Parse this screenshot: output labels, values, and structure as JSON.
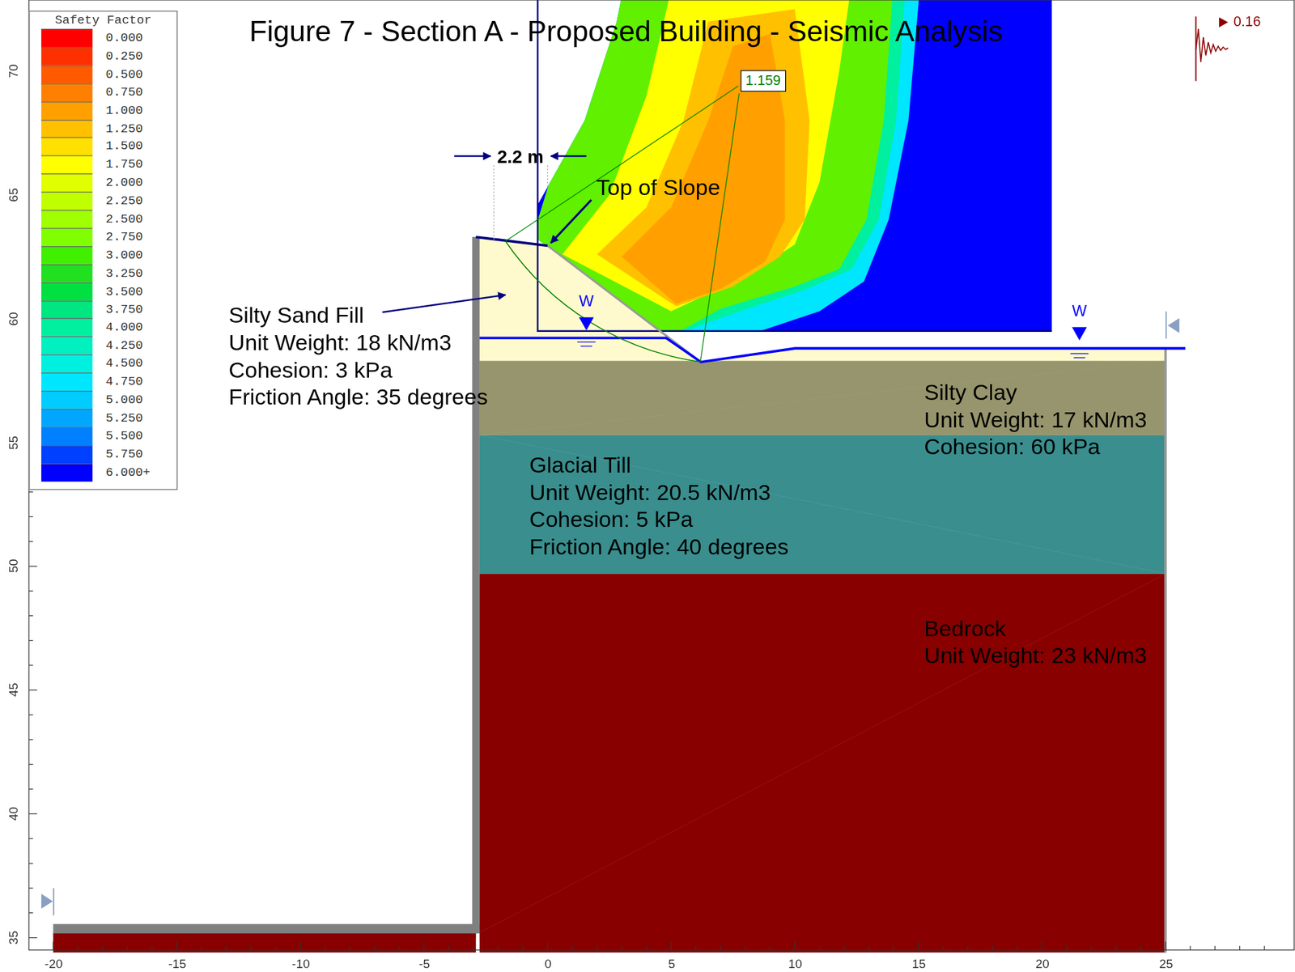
{
  "diagram": {
    "title": "Figure 7 - Section A - Proposed Building - Seismic Analysis",
    "nodes": [
      {
        "text": [
          "Silty Sand Fill",
          "Unit Weight: 18 kN/m3",
          "Cohesion: 3 kPa",
          "Friction Angle: 35 degrees"
        ]
      },
      {
        "text": [
          "Silty Clay",
          "Unit Weight: 17 kN/m3",
          "Cohesion: 60 kPa"
        ]
      },
      {
        "text": [
          "Glacial Till",
          "Unit Weight: 20.5 kN/m3",
          "Cohesion: 5 kPa",
          "Friction Angle: 40 degrees"
        ]
      },
      {
        "text": [
          "Bedrock",
          "Unit Weight: 23 kN/m3"
        ]
      }
    ],
    "labels": [
      "Safety Factor",
      "2.2 m",
      "Top of Slope",
      "1.159",
      "W",
      "W",
      "0.16",
      "-20",
      "-15",
      "-10",
      "-5",
      "0",
      "5",
      "10",
      "15",
      "20",
      "25",
      "35",
      "40",
      "45",
      "50",
      "55",
      "60",
      "65",
      "70"
    ],
    "legend": [
      {
        "text": "0.000",
        "color": "#ff0000"
      },
      {
        "text": "0.250",
        "color": "#ff3000"
      },
      {
        "text": "0.500",
        "color": "#ff5a00"
      },
      {
        "text": "0.750",
        "color": "#ff8000"
      },
      {
        "text": "1.000",
        "color": "#ffa000"
      },
      {
        "text": "1.250",
        "color": "#ffc000"
      },
      {
        "text": "1.500",
        "color": "#ffe000"
      },
      {
        "text": "1.750",
        "color": "#ffff00"
      },
      {
        "text": "2.000",
        "color": "#e0ff00"
      },
      {
        "text": "2.250",
        "color": "#c0ff00"
      },
      {
        "text": "2.500",
        "color": "#a0ff00"
      },
      {
        "text": "2.750",
        "color": "#80ff00"
      },
      {
        "text": "3.000",
        "color": "#40f000"
      },
      {
        "text": "3.250",
        "color": "#20e020"
      },
      {
        "text": "3.500",
        "color": "#00e040"
      },
      {
        "text": "3.750",
        "color": "#00e680"
      },
      {
        "text": "4.000",
        "color": "#00f0a0"
      },
      {
        "text": "4.250",
        "color": "#00f0c0"
      },
      {
        "text": "4.500",
        "color": "#00f0e0"
      },
      {
        "text": "4.750",
        "color": "#00e6ff"
      },
      {
        "text": "5.000",
        "color": "#00ccff"
      },
      {
        "text": "5.250",
        "color": "#00a6ff"
      },
      {
        "text": "5.500",
        "color": "#0080ff"
      },
      {
        "text": "5.750",
        "color": "#0040ff"
      },
      {
        "text": "6.000+",
        "color": "#0000ff"
      }
    ]
  }
}
